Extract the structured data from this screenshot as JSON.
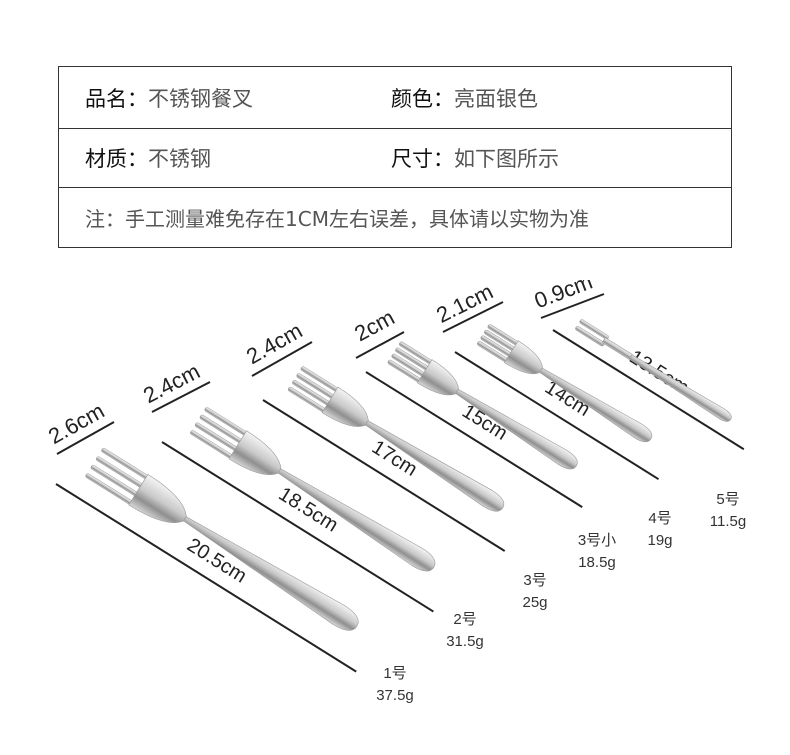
{
  "specs": {
    "name_label": "品名：",
    "name_value": "不锈钢餐叉",
    "color_label": "颜色：",
    "color_value": "亮面银色",
    "material_label": "材质：",
    "material_value": "不锈钢",
    "size_label": "尺寸：",
    "size_value": "如下图所示",
    "note": "注：手工测量难免存在1CM左右误差，具体请以实物为准"
  },
  "forks": [
    {
      "model": "1号",
      "weight": "37.5g",
      "length": "20.5cm",
      "width": "2.6cm"
    },
    {
      "model": "2号",
      "weight": "31.5g",
      "length": "18.5cm",
      "width": "2.4cm"
    },
    {
      "model": "3号",
      "weight": "25g",
      "length": "17cm",
      "width": "2.4cm"
    },
    {
      "model": "3号小",
      "weight": "18.5g",
      "length": "15cm",
      "width": "2cm"
    },
    {
      "model": "4号",
      "weight": "19g",
      "length": "14cm",
      "width": "2.1cm"
    },
    {
      "model": "5号",
      "weight": "11.5g",
      "length": "13.5cm",
      "width": "0.9cm"
    }
  ]
}
